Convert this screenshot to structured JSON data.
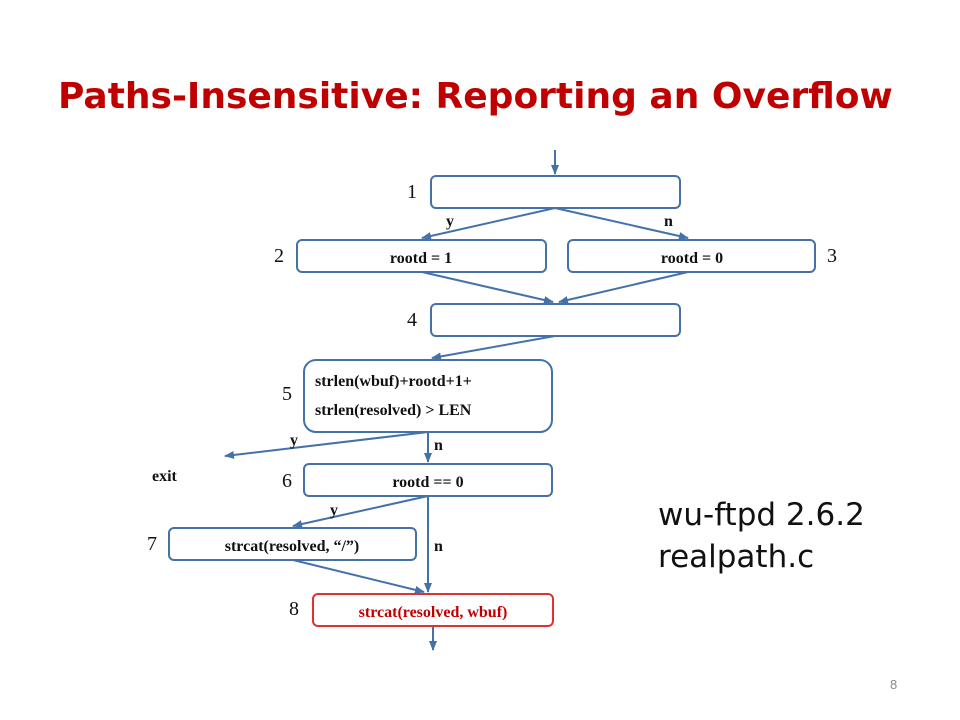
{
  "slide": {
    "title": "Paths-Insensitive: Reporting an Overflow",
    "note_line1": "wu-ftpd 2.6.2",
    "note_line2": "realpath.c",
    "page_number": "8"
  },
  "diagram": {
    "nodes": [
      {
        "id": "1",
        "lines": []
      },
      {
        "id": "2",
        "lines": [
          "rootd = 1"
        ]
      },
      {
        "id": "3",
        "lines": [
          "rootd = 0"
        ]
      },
      {
        "id": "4",
        "lines": []
      },
      {
        "id": "5",
        "lines": [
          "strlen(wbuf)+rootd+1+",
          "strlen(resolved) > LEN"
        ]
      },
      {
        "id": "6",
        "lines": [
          "rootd == 0"
        ]
      },
      {
        "id": "7",
        "lines": [
          "strcat(resolved, “/”)"
        ]
      },
      {
        "id": "8",
        "lines": [
          "strcat(resolved, wbuf)"
        ]
      }
    ],
    "branch_labels": {
      "n1_yes": "y",
      "n1_no": "n",
      "n5_yes": "y",
      "n5_no": "n",
      "n6_yes": "y",
      "n6_no": "n"
    },
    "exit_label": "exit",
    "highlight_color": "#c00000",
    "edge_color": "#4472a8"
  }
}
